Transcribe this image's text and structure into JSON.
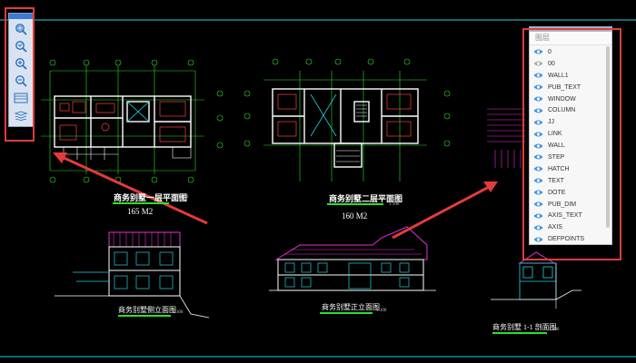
{
  "drawing": {
    "floor1": {
      "title": "商务别墅一层平面图",
      "scale": "1:100",
      "area": "165 M2"
    },
    "floor2": {
      "title": "商务别墅二层平面图",
      "scale": "1:100",
      "area": "160 M2"
    },
    "side_elevation": {
      "title": "商务别墅侧立面图",
      "scale": "1:100"
    },
    "front_elevation": {
      "title": "商务别墅正立面图",
      "scale": "1:100"
    },
    "section": {
      "title": "商务别墅 1-1 剖面图",
      "scale": "1:100"
    }
  },
  "toolbar": {
    "tools": [
      {
        "icon": "zoom-extents-icon"
      },
      {
        "icon": "zoom-window-icon"
      },
      {
        "icon": "zoom-in-icon"
      },
      {
        "icon": "zoom-out-icon"
      },
      {
        "icon": "pan-icon"
      },
      {
        "icon": "layers-icon"
      }
    ]
  },
  "layer_panel": {
    "title": "图层",
    "layers": [
      {
        "name": "0",
        "visible": true
      },
      {
        "name": "00",
        "visible": false
      },
      {
        "name": "WALL1",
        "visible": true
      },
      {
        "name": "PUB_TEXT",
        "visible": true
      },
      {
        "name": "WINDOW",
        "visible": true
      },
      {
        "name": "COLUMN",
        "visible": true
      },
      {
        "name": "JJ",
        "visible": true
      },
      {
        "name": "LINK",
        "visible": true
      },
      {
        "name": "WALL",
        "visible": true
      },
      {
        "name": "STEP",
        "visible": true
      },
      {
        "name": "HATCH",
        "visible": true
      },
      {
        "name": "TEXT",
        "visible": true
      },
      {
        "name": "DOTE",
        "visible": true
      },
      {
        "name": "PUB_DIM",
        "visible": true
      },
      {
        "name": "AXIS_TEXT",
        "visible": true
      },
      {
        "name": "AXIS",
        "visible": true
      },
      {
        "name": "DEFPOINTS",
        "visible": true
      }
    ]
  },
  "colors": {
    "background": "#000000",
    "wall": "#ffffff",
    "axis": "#27e227",
    "hatch": "#e62fd8",
    "detail": "#ff4040",
    "cyan": "#22d3e0",
    "highlight": "#e23b3b",
    "arrow": "#e23b3b",
    "eye": "#3b8fe0"
  }
}
